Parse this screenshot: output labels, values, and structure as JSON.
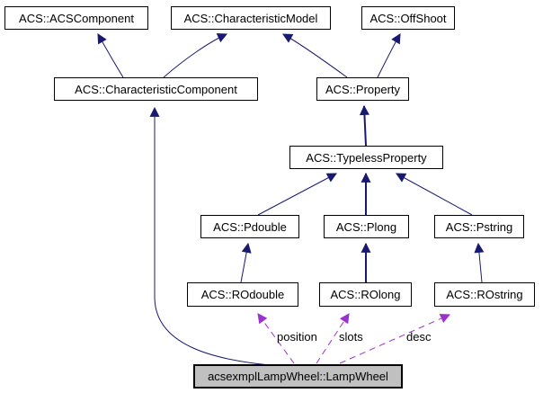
{
  "diagram": {
    "type": "class-inheritance-graph",
    "colors": {
      "inheritance_edge": "#191970",
      "usage_edge": "#9a32cd",
      "node_background": "#ffffff",
      "node_border": "#000000",
      "highlight_background": "#c0c0c0",
      "text": "#000000"
    },
    "nodes": [
      {
        "id": "acs-acscomponent",
        "label": "ACS::ACSComponent"
      },
      {
        "id": "acs-characteristicmodel",
        "label": "ACS::CharacteristicModel"
      },
      {
        "id": "acs-offshoot",
        "label": "ACS::OffShoot"
      },
      {
        "id": "acs-characteristiccomponent",
        "label": "ACS::CharacteristicComponent"
      },
      {
        "id": "acs-property",
        "label": "ACS::Property"
      },
      {
        "id": "acs-typelessproperty",
        "label": "ACS::TypelessProperty"
      },
      {
        "id": "acs-pdouble",
        "label": "ACS::Pdouble"
      },
      {
        "id": "acs-plong",
        "label": "ACS::Plong"
      },
      {
        "id": "acs-pstring",
        "label": "ACS::Pstring"
      },
      {
        "id": "acs-rodouble",
        "label": "ACS::ROdouble"
      },
      {
        "id": "acs-rolong",
        "label": "ACS::ROlong"
      },
      {
        "id": "acs-rostring",
        "label": "ACS::ROstring"
      },
      {
        "id": "acsexmpllampwheel-lampwheel",
        "label": "acsexmplLampWheel::LampWheel",
        "highlighted": true
      }
    ],
    "edges": [
      {
        "from": "ACS::CharacteristicComponent",
        "to": "ACS::ACSComponent",
        "type": "inheritance"
      },
      {
        "from": "ACS::CharacteristicComponent",
        "to": "ACS::CharacteristicModel",
        "type": "inheritance"
      },
      {
        "from": "ACS::Property",
        "to": "ACS::CharacteristicModel",
        "type": "inheritance"
      },
      {
        "from": "ACS::Property",
        "to": "ACS::OffShoot",
        "type": "inheritance"
      },
      {
        "from": "ACS::TypelessProperty",
        "to": "ACS::Property",
        "type": "inheritance"
      },
      {
        "from": "ACS::Pdouble",
        "to": "ACS::TypelessProperty",
        "type": "inheritance"
      },
      {
        "from": "ACS::Plong",
        "to": "ACS::TypelessProperty",
        "type": "inheritance"
      },
      {
        "from": "ACS::Pstring",
        "to": "ACS::TypelessProperty",
        "type": "inheritance"
      },
      {
        "from": "ACS::ROdouble",
        "to": "ACS::Pdouble",
        "type": "inheritance"
      },
      {
        "from": "ACS::ROlong",
        "to": "ACS::Plong",
        "type": "inheritance"
      },
      {
        "from": "ACS::ROstring",
        "to": "ACS::Pstring",
        "type": "inheritance"
      },
      {
        "from": "acsexmplLampWheel::LampWheel",
        "to": "ACS::CharacteristicComponent",
        "type": "inheritance"
      },
      {
        "from": "acsexmplLampWheel::LampWheel",
        "to": "ACS::ROdouble",
        "type": "usage",
        "label": "position"
      },
      {
        "from": "acsexmplLampWheel::LampWheel",
        "to": "ACS::ROlong",
        "type": "usage",
        "label": "slots"
      },
      {
        "from": "acsexmplLampWheel::LampWheel",
        "to": "ACS::ROstring",
        "type": "usage",
        "label": "desc"
      }
    ]
  }
}
